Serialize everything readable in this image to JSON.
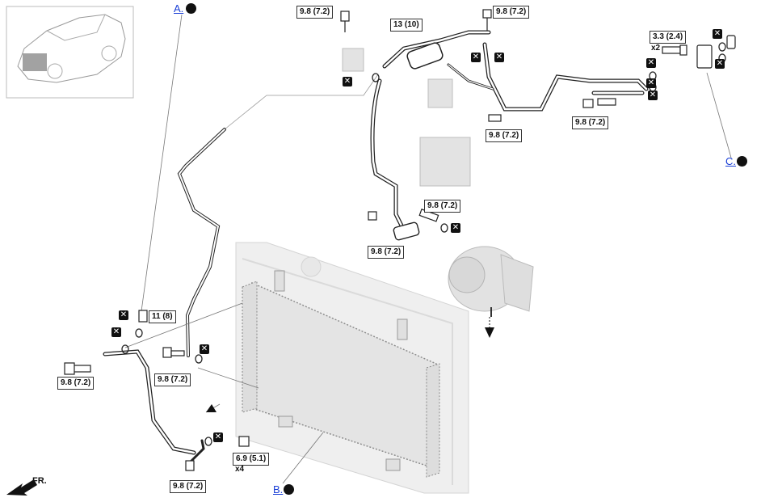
{
  "links": {
    "a": "A.",
    "b": "B.",
    "c": "C."
  },
  "torques": {
    "t1": "9.8 (7.2)",
    "t2": "13 (10)",
    "t3": "9.8 (7.2)",
    "t4": "3.3 (2.4)",
    "t5": "9.8 (7.2)",
    "t6": "9.8 (7.2)",
    "t7": "9.8 (7.2)",
    "t8": "9.8 (7.2)",
    "t9": "11 (8)",
    "t10": "9.8 (7.2)",
    "t11": "9.8 (7.2)",
    "t12": "6.9 (5.1)",
    "t13": "9.8 (7.2)"
  },
  "quantities": {
    "q1": "x2",
    "q2": "x4"
  },
  "replace_icon": "x-box-icon",
  "direction": {
    "label": "FR."
  },
  "colors": {
    "line": "#222222",
    "link": "#1a3fd6",
    "ghost": "#c9c9c9"
  }
}
